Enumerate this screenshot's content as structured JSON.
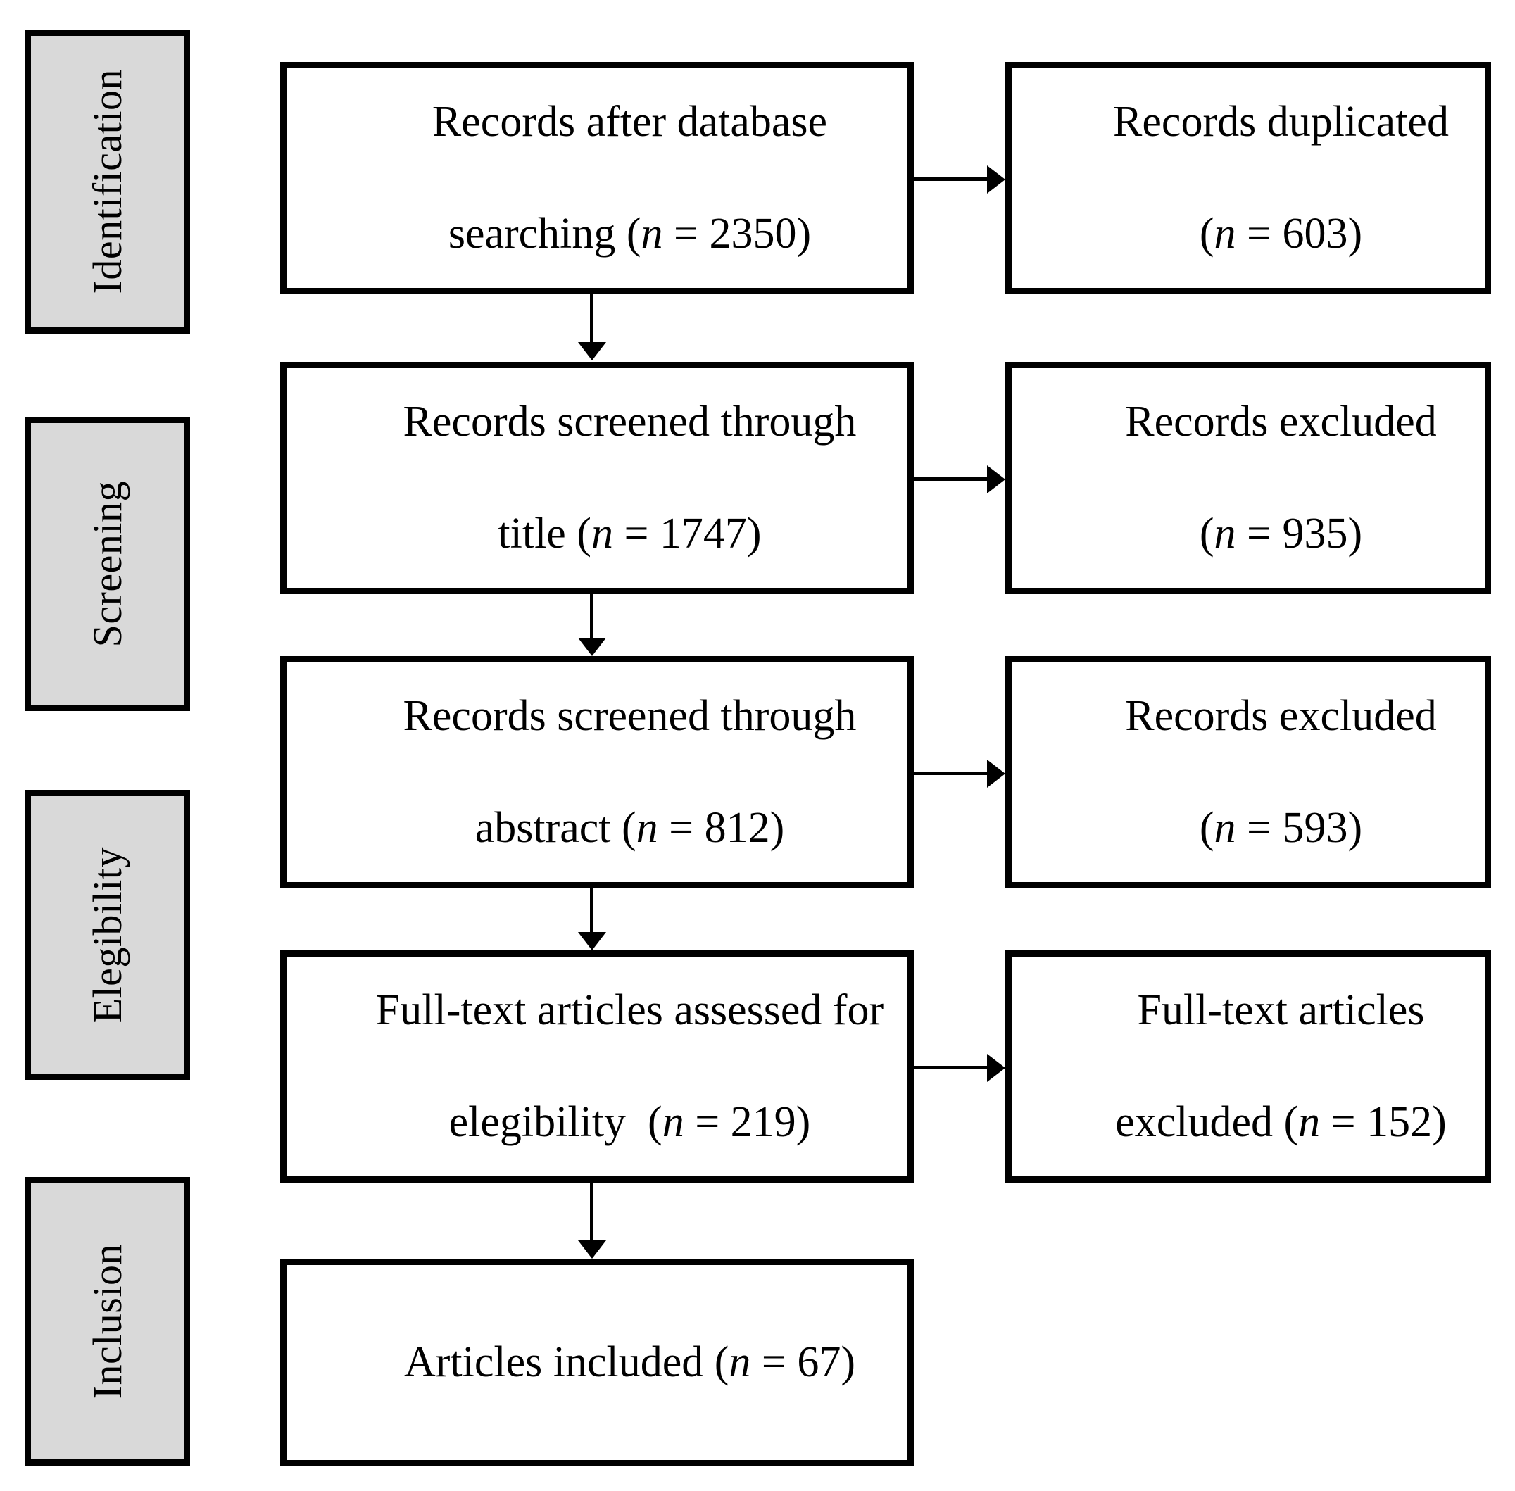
{
  "diagram": {
    "type": "prisma-flow-diagram",
    "title": "PRISMA study selection flow diagram",
    "background_color": "#ffffff",
    "border_color": "#000000",
    "stage_fill_color": "#d9d9d9"
  },
  "stages": [
    {
      "label": "Identification"
    },
    {
      "label": "Screening"
    },
    {
      "label": "Elegibility"
    },
    {
      "label": "Inclusion"
    }
  ],
  "main_boxes": [
    {
      "id": "records-after-database-searching",
      "line1": "Records after database",
      "line2_pre": "searching (",
      "line2_italic": "n",
      "line2_post": " = 2350)",
      "count": 2350
    },
    {
      "id": "records-screened-through-title",
      "line1": "Records screened through",
      "line2_pre": "title (",
      "line2_italic": "n",
      "line2_post": " = 1747)",
      "count": 1747
    },
    {
      "id": "records-screened-through-abstract",
      "line1": "Records screened through",
      "line2_pre": "abstract (",
      "line2_italic": "n",
      "line2_post": " = 812)",
      "count": 812
    },
    {
      "id": "full-text-articles-assessed",
      "line1": "Full-text articles assessed for",
      "line2_pre": "elegibility  (",
      "line2_italic": "n",
      "line2_post": " = 219)",
      "count": 219
    },
    {
      "id": "articles-included",
      "line1": "",
      "line2_pre": "Articles included (",
      "line2_italic": "n",
      "line2_post": " = 67)",
      "count": 67
    }
  ],
  "excluded_boxes": [
    {
      "id": "records-duplicated",
      "line1": "Records duplicated",
      "line2_pre": "(",
      "line2_italic": "n",
      "line2_post": " = 603)",
      "count": 603
    },
    {
      "id": "records-excluded-title",
      "line1": "Records excluded",
      "line2_pre": "(",
      "line2_italic": "n",
      "line2_post": " = 935)",
      "count": 935
    },
    {
      "id": "records-excluded-abstract",
      "line1": "Records excluded",
      "line2_pre": "(",
      "line2_italic": "n",
      "line2_post": " = 593)",
      "count": 593
    },
    {
      "id": "full-text-articles-excluded",
      "line1": "Full-text articles",
      "line2_pre": "excluded (",
      "line2_italic": "n",
      "line2_post": " = 152)",
      "count": 152
    }
  ]
}
